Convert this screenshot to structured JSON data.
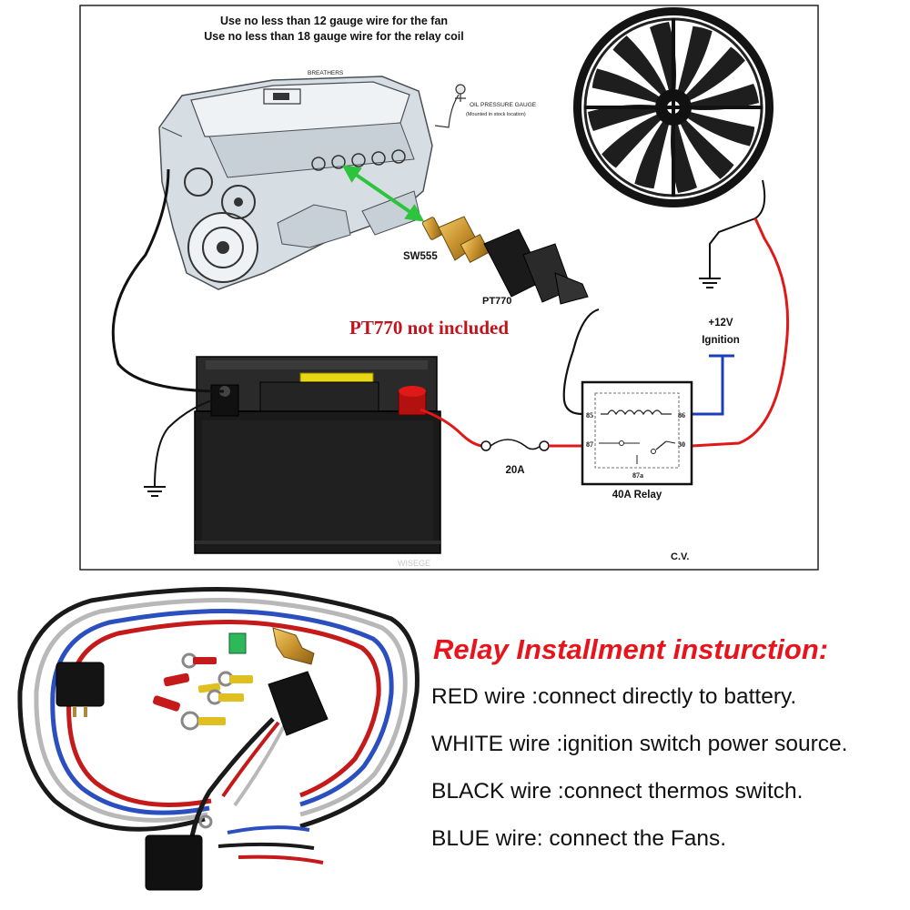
{
  "header": {
    "line1": "Use no less than 12 gauge wire for the fan",
    "line2": "Use no less than 18 gauge wire for the relay coil"
  },
  "engine": {
    "breathers_label": "BREATHERS",
    "oil_gauge_label": "OIL PRESSURE GAUGE",
    "oil_gauge_note": "(Mounted in stock location)"
  },
  "sensor": {
    "sw_label": "SW555",
    "pt_label": "PT770",
    "note": "PT770 not included",
    "note_color": "#c0141c"
  },
  "ignition": {
    "volts": "+12V",
    "label": "Ignition"
  },
  "relay": {
    "caption": "40A Relay",
    "pin85": "85",
    "pin86": "86",
    "pin87": "87",
    "pin87a": "87a",
    "pin30": "30"
  },
  "fuse": {
    "label": "20A"
  },
  "watermark": "WISEGE",
  "signature": "C.V.",
  "instructions": {
    "title": "Relay Installment insturction:",
    "lines": [
      "RED wire :connect directly to battery.",
      "WHITE wire :ignition switch power source.",
      "BLACK wire :connect thermos switch.",
      "BLUE wire: connect the Fans."
    ]
  },
  "colors": {
    "red_wire": "#e01818",
    "blue_wire": "#1a3fb8",
    "black_wire": "#111111",
    "green_arrow": "#2cc43c",
    "title_red": "#e8141c"
  }
}
